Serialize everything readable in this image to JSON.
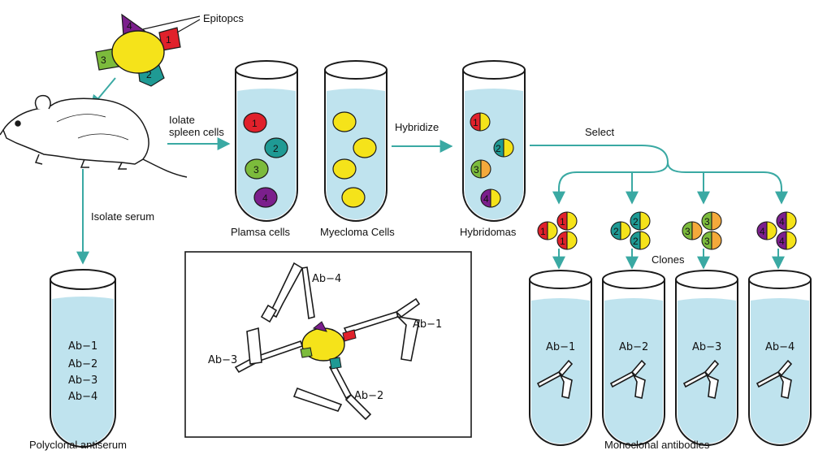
{
  "labels": {
    "epitopes": "Epitopcs",
    "isolate_spleen_line1": "Iolate",
    "isolate_spleen_line2": "spleen cells",
    "hybridize": "Hybridize",
    "select": "Select",
    "isolate_serum": "Isolate serum",
    "plasma_cells": "Plamsa cells",
    "myeloma_cells": "Myecloma Cells",
    "hybridomas": "Hybridomas",
    "clones": "Clones",
    "polyclonal": "Polyclonal antiserum",
    "monoclonal": "Monoclonal antibodles"
  },
  "polyclonal_tube": [
    "Ab−1",
    "Ab−2",
    "Ab−3",
    "Ab−4"
  ],
  "monoclonal_tubes": [
    "Ab−1",
    "Ab−2",
    "Ab−3",
    "Ab−4"
  ],
  "center_box": {
    "ab4": "Ab−4",
    "ab1": "Ab−1",
    "ab3": "Ab−3",
    "ab2": "Ab−2"
  },
  "epitope_numbers": [
    "1",
    "2",
    "3",
    "4"
  ],
  "colors": {
    "epitope_1": "#e0212b",
    "epitope_2": "#1f9a94",
    "epitope_3": "#7cbb3c",
    "epitope_4": "#7b1f8c",
    "myeloma": "#f5e31a",
    "antigen": "#f5e31a",
    "liquid": "#bfe3ee",
    "arrow": "#3aa9a3",
    "clone_3_yellow": "#f4a93b"
  },
  "icons": {
    "mouse": "mouse-icon",
    "antigen": "antigen-icon"
  }
}
